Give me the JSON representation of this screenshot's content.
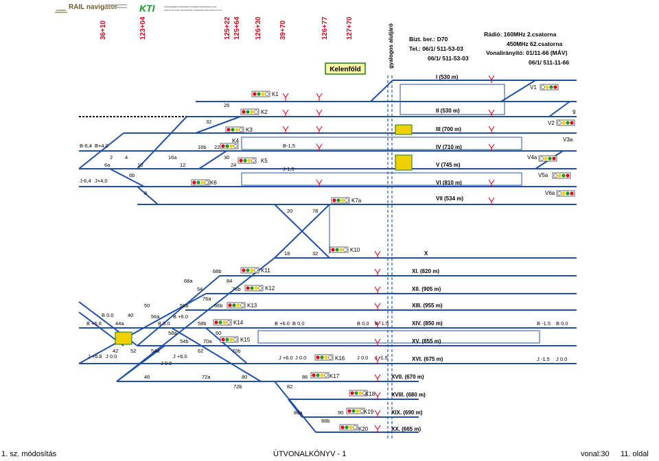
{
  "logos": {
    "rail_navigator": "RAIL navigator",
    "kti": "KTI",
    "kti_caption_1": "KÖZLEKEDÉSTUDOMÁNYI INTÉZET NONPROFIT KFT.",
    "kti_caption_2": "INSTITUTE FOR TRANSPORT SCIENCES NON-PROFIT LTD."
  },
  "chainages": [
    "36+10",
    "123+04",
    "125+22",
    "125+64",
    "126+30",
    "39+70",
    "126+77",
    "127+70"
  ],
  "walkway_label": "gyalogos aluljáró",
  "station_name": "Kelenföld",
  "contact": {
    "supervisor": "Bizt. ber.: D70",
    "tel_1": "Tel.: 06/1/ 511-53-03",
    "tel_2": "06/1/ 511-53-03"
  },
  "radio": {
    "line_1": "Rádió: 160MHz 2.csatorna",
    "line_2": "450MHz 62.csatorna",
    "line_3": "Vonalirányító: 01/11-66 (MÁV)",
    "line_4": "06/1/ 511-11-66"
  },
  "tracks_upper": [
    {
      "name": "I (530 m)"
    },
    {
      "name": "II (530 m)"
    },
    {
      "name": "III (700 m)"
    },
    {
      "name": "IV (710 m)"
    },
    {
      "name": "V (745 m)"
    },
    {
      "name": "VI (810 m)"
    },
    {
      "name": "VII (534 m)"
    }
  ],
  "tracks_lower": [
    {
      "name": "X"
    },
    {
      "name": "XI. (820 m)"
    },
    {
      "name": "XII. (905 m)"
    },
    {
      "name": "XIII. (955 m)"
    },
    {
      "name": "XIV. (850 m)"
    },
    {
      "name": "XV. (855 m)"
    },
    {
      "name": "XVI. (675 m)"
    },
    {
      "name": "XVII. (670 m)"
    },
    {
      "name": "XVIII. (680 m)"
    },
    {
      "name": "XIX. (690 m)"
    },
    {
      "name": "XX. (665 m)"
    }
  ],
  "signals": [
    "K1",
    "K2",
    "K3",
    "K4",
    "K5",
    "K6",
    "K7a",
    "K10",
    "K11",
    "K12",
    "K13",
    "K14",
    "K15",
    "K16",
    "K17",
    "K18",
    "K19",
    "K20",
    "V1",
    "V2",
    "V3a",
    "V4a",
    "V5a",
    "V6a",
    "9"
  ],
  "switch_numbers": [
    "26",
    "32",
    "2",
    "4",
    "16a",
    "16b",
    "22",
    "30",
    "24",
    "6a",
    "10",
    "12",
    "6b",
    "8",
    "20",
    "78",
    "18",
    "32",
    "68b",
    "68a",
    "84",
    "54",
    "76b",
    "76a",
    "66b",
    "56b",
    "50",
    "40",
    "56a",
    "44a",
    "58b",
    "58a",
    "60",
    "54b",
    "70a",
    "70b",
    "42",
    "52",
    "54a",
    "62",
    "46",
    "72a",
    "80",
    "72b",
    "86",
    "82",
    "88a",
    "88b",
    "90"
  ],
  "markers": [
    "B-6,4",
    "B+4,0",
    "J-6,4",
    "J+4,0",
    "B-1,5",
    "J-1,5",
    "B 0.0",
    "B +6.8",
    "B 0.0",
    "B +6.0",
    "B 0.0",
    "J +6.8",
    "J 0.0",
    "J +6.0",
    "J 0.0",
    "B +6.0",
    "B 0.0",
    "B 0.0",
    "B -1.5",
    "B -1.5",
    "B 0.0",
    "J +6.0",
    "J 0.0",
    "J 0.0",
    "J -1.5",
    "J -1.5",
    "J 0.0"
  ],
  "footer": {
    "left": "1. sz. módosítás",
    "center": "ÚTVONALKÖNYV - 1",
    "right_line": "vonal:30",
    "right_page": "11. oldal"
  },
  "colors": {
    "track": "#1f4fa8",
    "chainage": "#e0001a",
    "signal_red": "#e0001a",
    "signal_green": "#1a9a2a",
    "signal_yellow": "#f0d000",
    "station_bg": "#fff7a8",
    "station_border": "#1a7a1a"
  }
}
